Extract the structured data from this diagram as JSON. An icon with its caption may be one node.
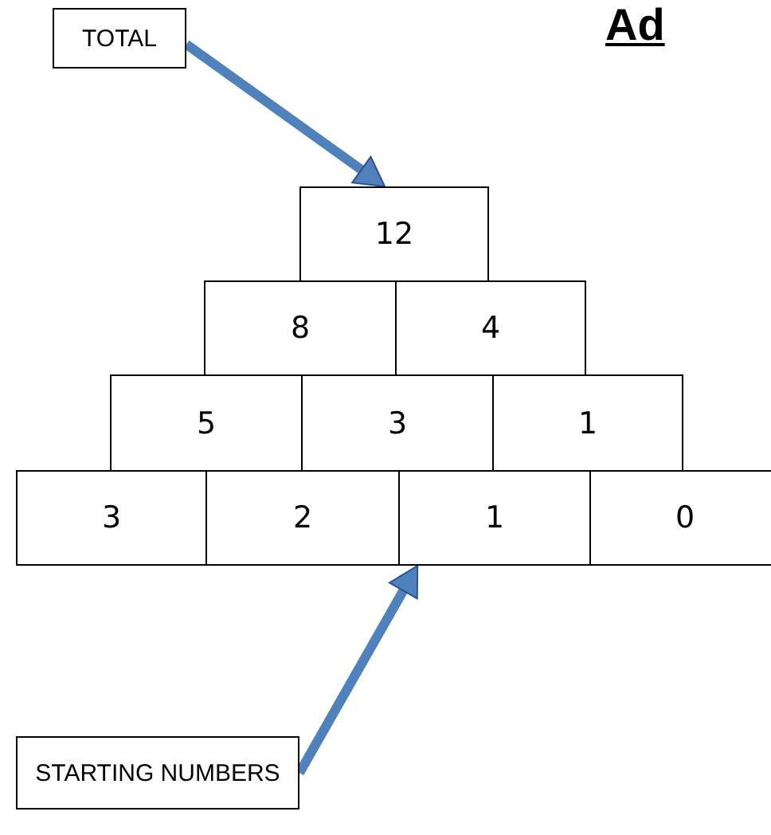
{
  "diagram": {
    "title": "Ad",
    "nodes": [
      {
        "text": [
          "TOTAL"
        ]
      },
      {
        "text": [
          "12"
        ]
      },
      {
        "text": [
          "8"
        ]
      },
      {
        "text": [
          "4"
        ]
      },
      {
        "text": [
          "5"
        ]
      },
      {
        "text": [
          "3"
        ]
      },
      {
        "text": [
          "1"
        ]
      },
      {
        "text": [
          "3"
        ]
      },
      {
        "text": [
          "2"
        ]
      },
      {
        "text": [
          "1"
        ]
      },
      {
        "text": [
          "0"
        ]
      },
      {
        "text": [
          "STARTING NUMBERS"
        ]
      }
    ],
    "edges": [
      {
        "from": 0,
        "to": 1,
        "arrow": "to"
      },
      {
        "from": 11,
        "to": 9,
        "arrow": "to"
      }
    ]
  }
}
